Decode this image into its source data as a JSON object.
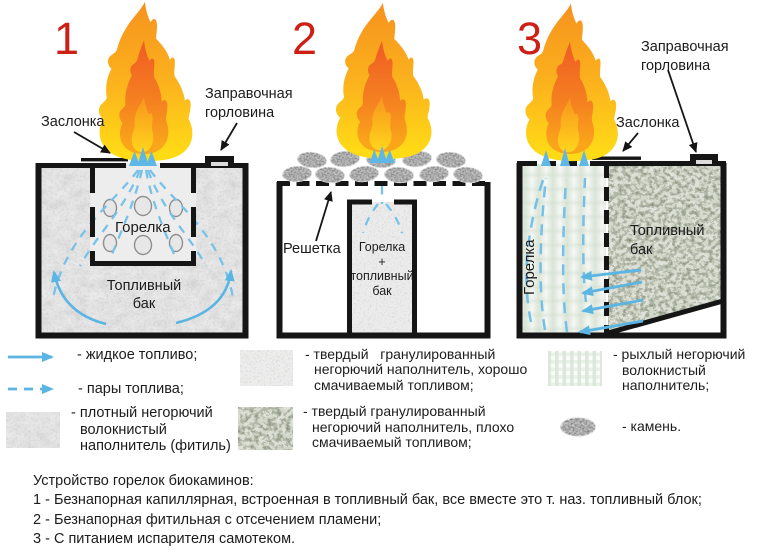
{
  "diagram1": {
    "number": "1",
    "label_zaslonka": "Заслонка",
    "label_gorlovina": "Заправочная\nгорловина",
    "label_gorelka": "Горелка",
    "label_tank": "Топливный\nбак"
  },
  "diagram2": {
    "number": "2",
    "label_reshetka": "Решетка",
    "label_column": "Горелка\n+\nтопливный\nбак"
  },
  "diagram3": {
    "number": "3",
    "label_gorlovina": "Заправочная\nгорловина",
    "label_zaslonka": "Заслонка",
    "label_gorelka": "Горелка",
    "label_tank": "Топливный\nбак"
  },
  "legend": {
    "items": [
      {
        "key": "liquid-fuel-arrow",
        "label": "- жидкое топливо;"
      },
      {
        "key": "fuel-vapors-arrow",
        "label": "- пары топлива;"
      },
      {
        "key": "dense-fibrous-filler",
        "label": "- плотный негорючий\nволокнистый\nнаполнитель (фитиль)"
      },
      {
        "key": "granular-filler-wettable",
        "label": "- твердый   гранулированный\nнегорючий наполнитель, хорошо\nсмачиваемый топливом;"
      },
      {
        "key": "granular-filler-nonwettable",
        "label": "- твердый гранулированный\nнегорючий наполнитель, плохо\nсмачиваемый топливом;"
      },
      {
        "key": "loose-fibrous-filler",
        "label": "- рыхлый негорючий\nволокнистый\nнаполнитель;"
      },
      {
        "key": "stone",
        "label": "- камень."
      }
    ]
  },
  "footer": {
    "title": "Устройство горелок биокаминов:",
    "lines": [
      "1 - Безнапорная капиллярная, встроенная в топливный бак, все вместе это т. наз. топливный блок;",
      "2 - Безнапорная фитильная с отсечением пламени;",
      "3 - С питанием испарителя самотеком."
    ]
  },
  "colors": {
    "flame_outer_bottom": "#ffde18",
    "flame_outer_top": "#f6921e",
    "flame_mid_top": "#f05a22",
    "flame_mid_bottom": "#fba81b",
    "arrow_cyan": "#5bb5e3",
    "number_red": "#cc2017",
    "wall_black": "#151515",
    "text": "#1c1c1c"
  }
}
